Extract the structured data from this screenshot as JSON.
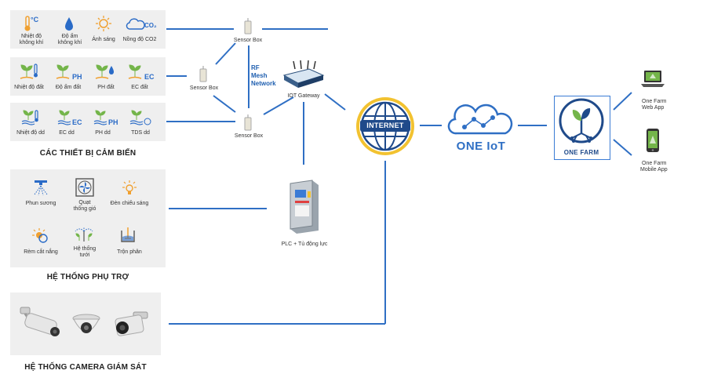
{
  "sensor_devices": {
    "title": "CÁC THIẾT BỊ CẢM BIẾN",
    "air_row": [
      {
        "label": "Nhiệt độ không khí",
        "icon": "thermometer-icon",
        "badge": "°C"
      },
      {
        "label": "Độ ẩm không khí",
        "icon": "water-drop-icon"
      },
      {
        "label": "Ánh sáng",
        "icon": "sun-icon"
      },
      {
        "label": "Nồng độ CO2",
        "icon": "co2-cloud-icon",
        "badge": "CO₂"
      }
    ],
    "soil_row": [
      {
        "label": "Nhiệt độ đất",
        "icon": "plant-thermometer-icon"
      },
      {
        "label": "Độ ẩm đất",
        "icon": "plant-ph-icon",
        "badge": "PH"
      },
      {
        "label": "PH đất",
        "icon": "plant-drop-icon"
      },
      {
        "label": "EC đất",
        "icon": "plant-ec-icon",
        "badge": "EC"
      }
    ],
    "solution_row": [
      {
        "label": "Nhiệt độ dd",
        "icon": "solution-thermometer-icon"
      },
      {
        "label": "EC dd",
        "icon": "solution-ec-icon",
        "badge": "EC"
      },
      {
        "label": "PH dd",
        "icon": "solution-ph-icon",
        "badge": "PH"
      },
      {
        "label": "TDS dd",
        "icon": "solution-tds-icon"
      }
    ]
  },
  "support_system": {
    "title": "HỆ THỐNG PHỤ TRỢ",
    "items": [
      {
        "label": "Phun sương",
        "icon": "mist-spray-icon"
      },
      {
        "label": "Quạt thống gió",
        "icon": "ventilation-fan-icon"
      },
      {
        "label": "Đèn chiếu sáng",
        "icon": "lamp-icon"
      },
      {
        "label": "Rèm cắt nắng",
        "icon": "sunshade-icon"
      },
      {
        "label": "Hệ thống tưới",
        "icon": "irrigation-icon"
      },
      {
        "label": "Trộn phân",
        "icon": "fertilizer-mixer-icon"
      }
    ]
  },
  "camera_system": {
    "title": "HỆ THỐNG CAMERA GIÁM SÁT",
    "cameras": [
      "bullet-camera-icon",
      "dome-camera-icon",
      "box-camera-icon"
    ]
  },
  "network": {
    "sensor_box_top": "Sensor Box",
    "sensor_box_mid": "Sensor Box",
    "sensor_box_bottom": "Sensor Box",
    "rf_mesh": [
      "RF",
      "Mesh",
      "Network"
    ],
    "iot_gateway": "IOT Gateway",
    "plc": "PLC + Tủ động lực",
    "internet": "INTERNET",
    "one_iot": "ONE IoT",
    "one_farm": "ONE FARM",
    "web_app": [
      "One Farm",
      "Web App"
    ],
    "mobile_app": [
      "One Farm",
      "Mobile App"
    ]
  },
  "colors": {
    "line": "#2f6fc4",
    "icon_blue": "#2a6bc7",
    "icon_green": "#74b54a",
    "icon_orange": "#f0a030",
    "navy": "#1f4a8a",
    "gold": "#f2c230",
    "panel": "#efefef"
  }
}
